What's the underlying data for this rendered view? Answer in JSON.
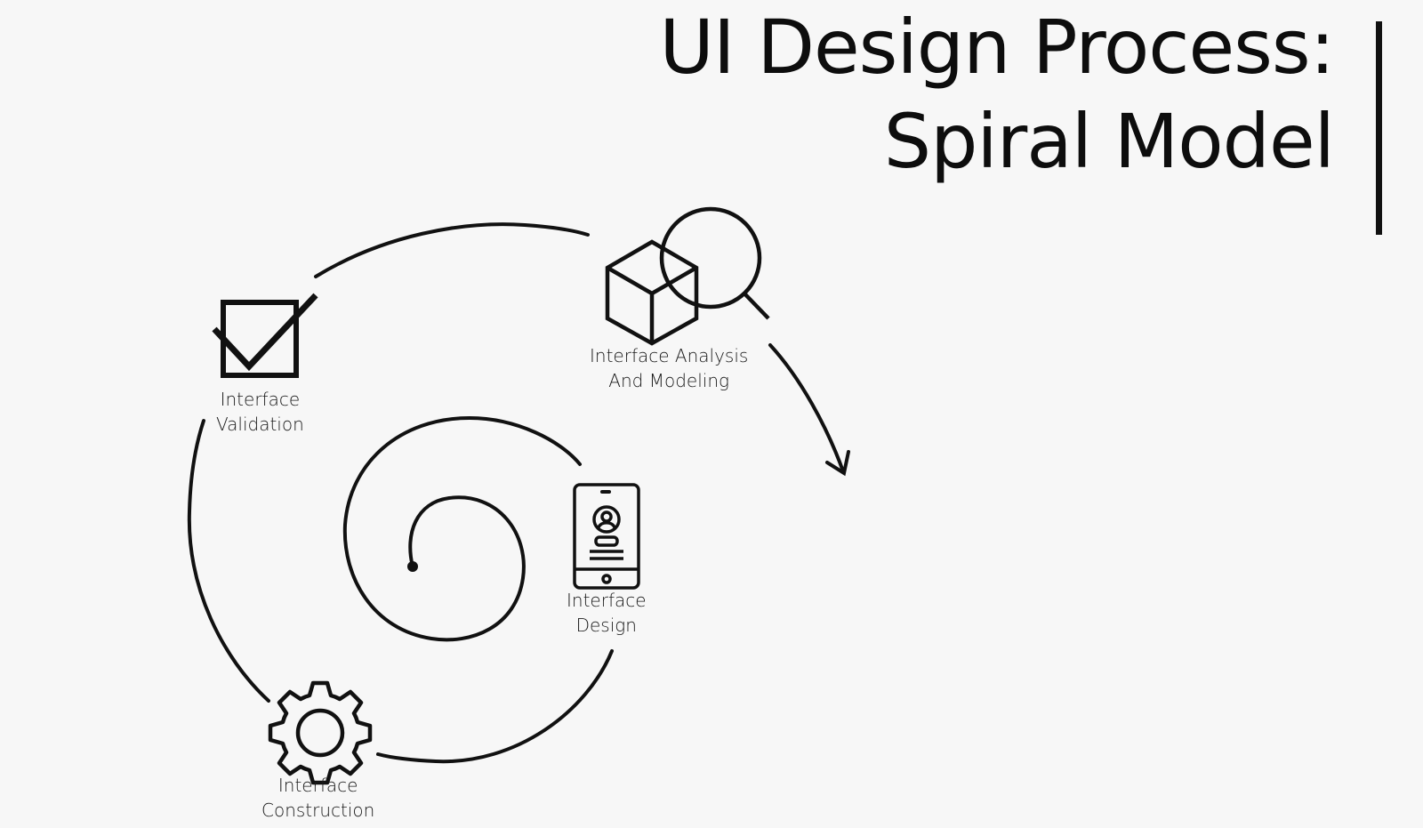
{
  "title": {
    "line1": "UI Design Process:",
    "line2": "Spiral Model"
  },
  "steps": [
    {
      "id": "design",
      "icon": "smartphone-profile-icon",
      "label_line1": "Interface",
      "label_line2": "Design"
    },
    {
      "id": "construction",
      "icon": "gear-icon",
      "label_line1": "Interface",
      "label_line2": "Construction"
    },
    {
      "id": "validation",
      "icon": "checkbox-checked-icon",
      "label_line1": "Interface",
      "label_line2": "Validation"
    },
    {
      "id": "analysis",
      "icon": "cube-magnifier-icon",
      "label_line1": "Interface Analysis",
      "label_line2": "And Modeling"
    }
  ],
  "colors": {
    "background": "#f7f7f7",
    "stroke": "#111111"
  }
}
